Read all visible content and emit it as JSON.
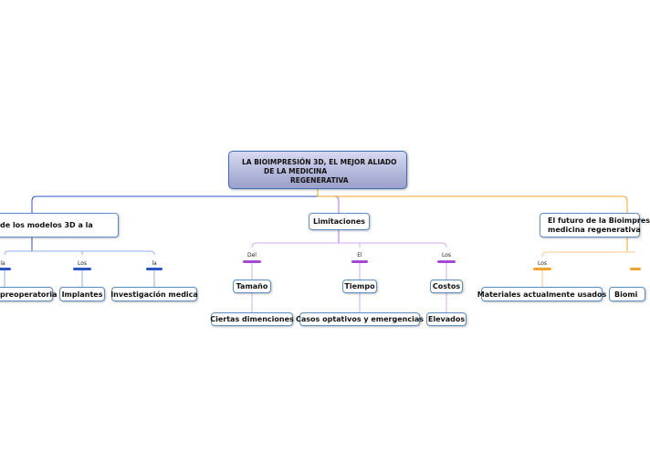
{
  "root": {
    "line1": "LA BIOIMPRESIÓN 3D, EL MEJOR ALIADO",
    "line2": "DE LA MEDICINA",
    "line3": "REGENERATIVA"
  },
  "branches": {
    "left": {
      "title": "de los modelos 3D a la",
      "connectors": [
        "la",
        "Los",
        "la"
      ],
      "children": [
        "preoperatoria",
        "Implantes",
        "Investigación medica"
      ]
    },
    "center": {
      "title": "Limitaciones",
      "connectors": [
        "Del",
        "El",
        "Los"
      ],
      "children": [
        "Tamaño",
        "Tiempo",
        "Costos"
      ],
      "grandchildren": [
        "Ciertas dimenciones",
        "Casos optativos y emergencias",
        "Elevados"
      ]
    },
    "right": {
      "title_line1": "El futuro de la Bioimpres",
      "title_line2": "medicina regenerativa",
      "connectors": [
        "Los"
      ],
      "children": [
        "Materiales actualmente usados",
        "Biomi"
      ]
    }
  },
  "colors": {
    "root_border": "#3e6eb5",
    "node_border": "#5b8ec7",
    "left_line": "#2b55c7",
    "center_line": "#b66fd9",
    "right_line": "#f2a22a"
  }
}
